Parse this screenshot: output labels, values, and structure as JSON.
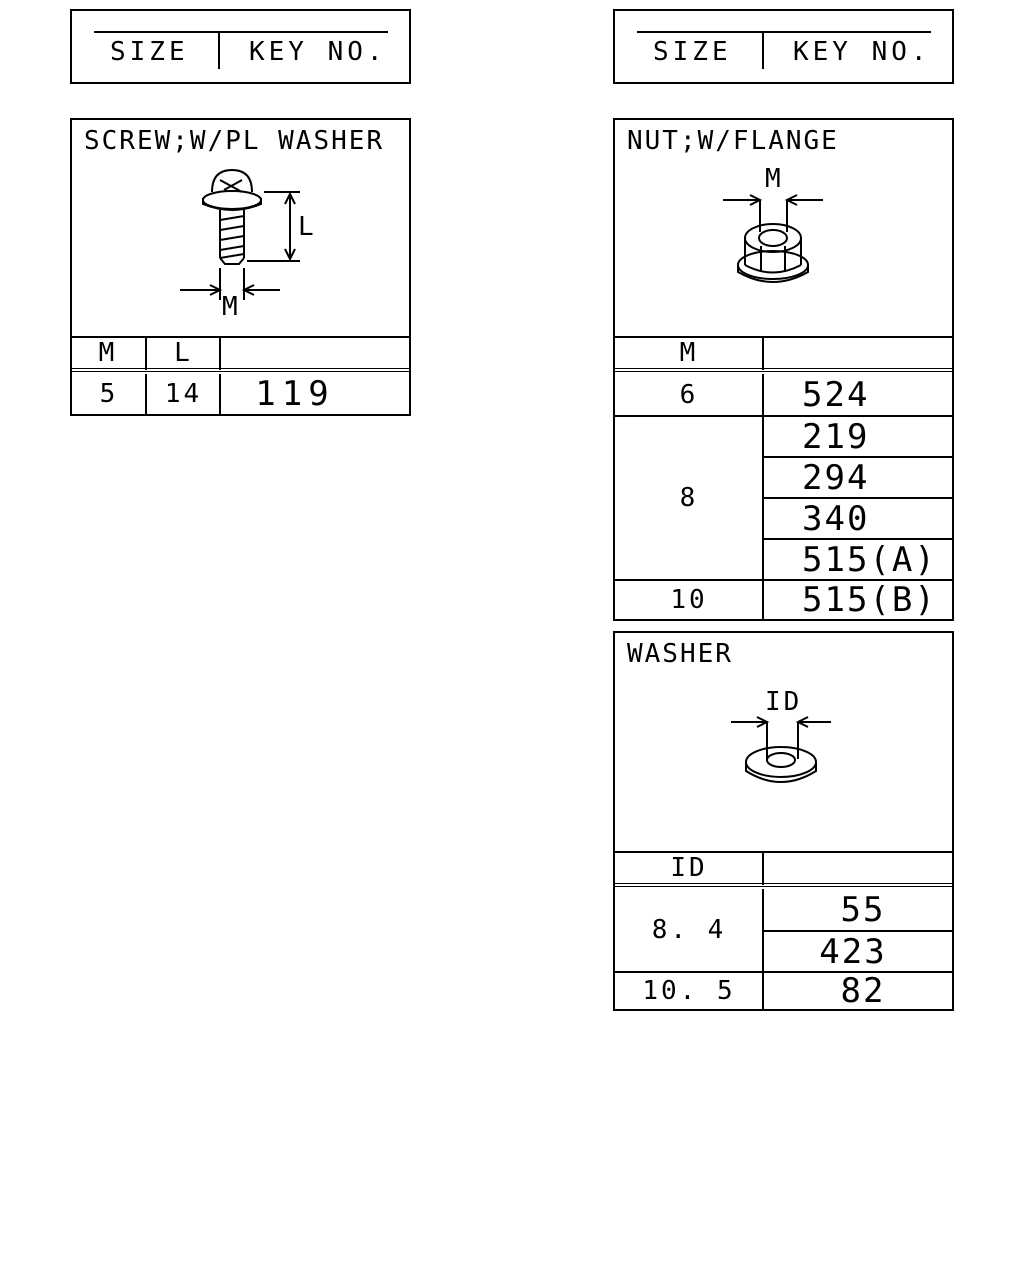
{
  "left_header": {
    "size_label": "SIZE",
    "key_label": "KEY NO."
  },
  "right_header": {
    "size_label": "SIZE",
    "key_label": "KEY NO."
  },
  "screw": {
    "title": "SCREW;W/PL WASHER",
    "dim_l": "L",
    "dim_m": "M",
    "col_m": "M",
    "col_l": "L",
    "rows": [
      {
        "m": "5",
        "l": "14",
        "key": "119"
      }
    ]
  },
  "nut": {
    "title": "NUT;W/FLANGE",
    "dim_m": "M",
    "col_m": "M",
    "rows": [
      {
        "m": "6",
        "keys": [
          "524"
        ]
      },
      {
        "m": "8",
        "keys": [
          "219",
          "294",
          "340",
          "515(A)"
        ]
      },
      {
        "m": "10",
        "keys": [
          "515(B)"
        ]
      }
    ]
  },
  "washer": {
    "title": "WASHER",
    "dim_id": "ID",
    "col_id": "ID",
    "rows": [
      {
        "id": "8. 4",
        "keys": [
          "55",
          "423"
        ]
      },
      {
        "id": "10. 5",
        "keys": [
          "82"
        ]
      }
    ]
  }
}
